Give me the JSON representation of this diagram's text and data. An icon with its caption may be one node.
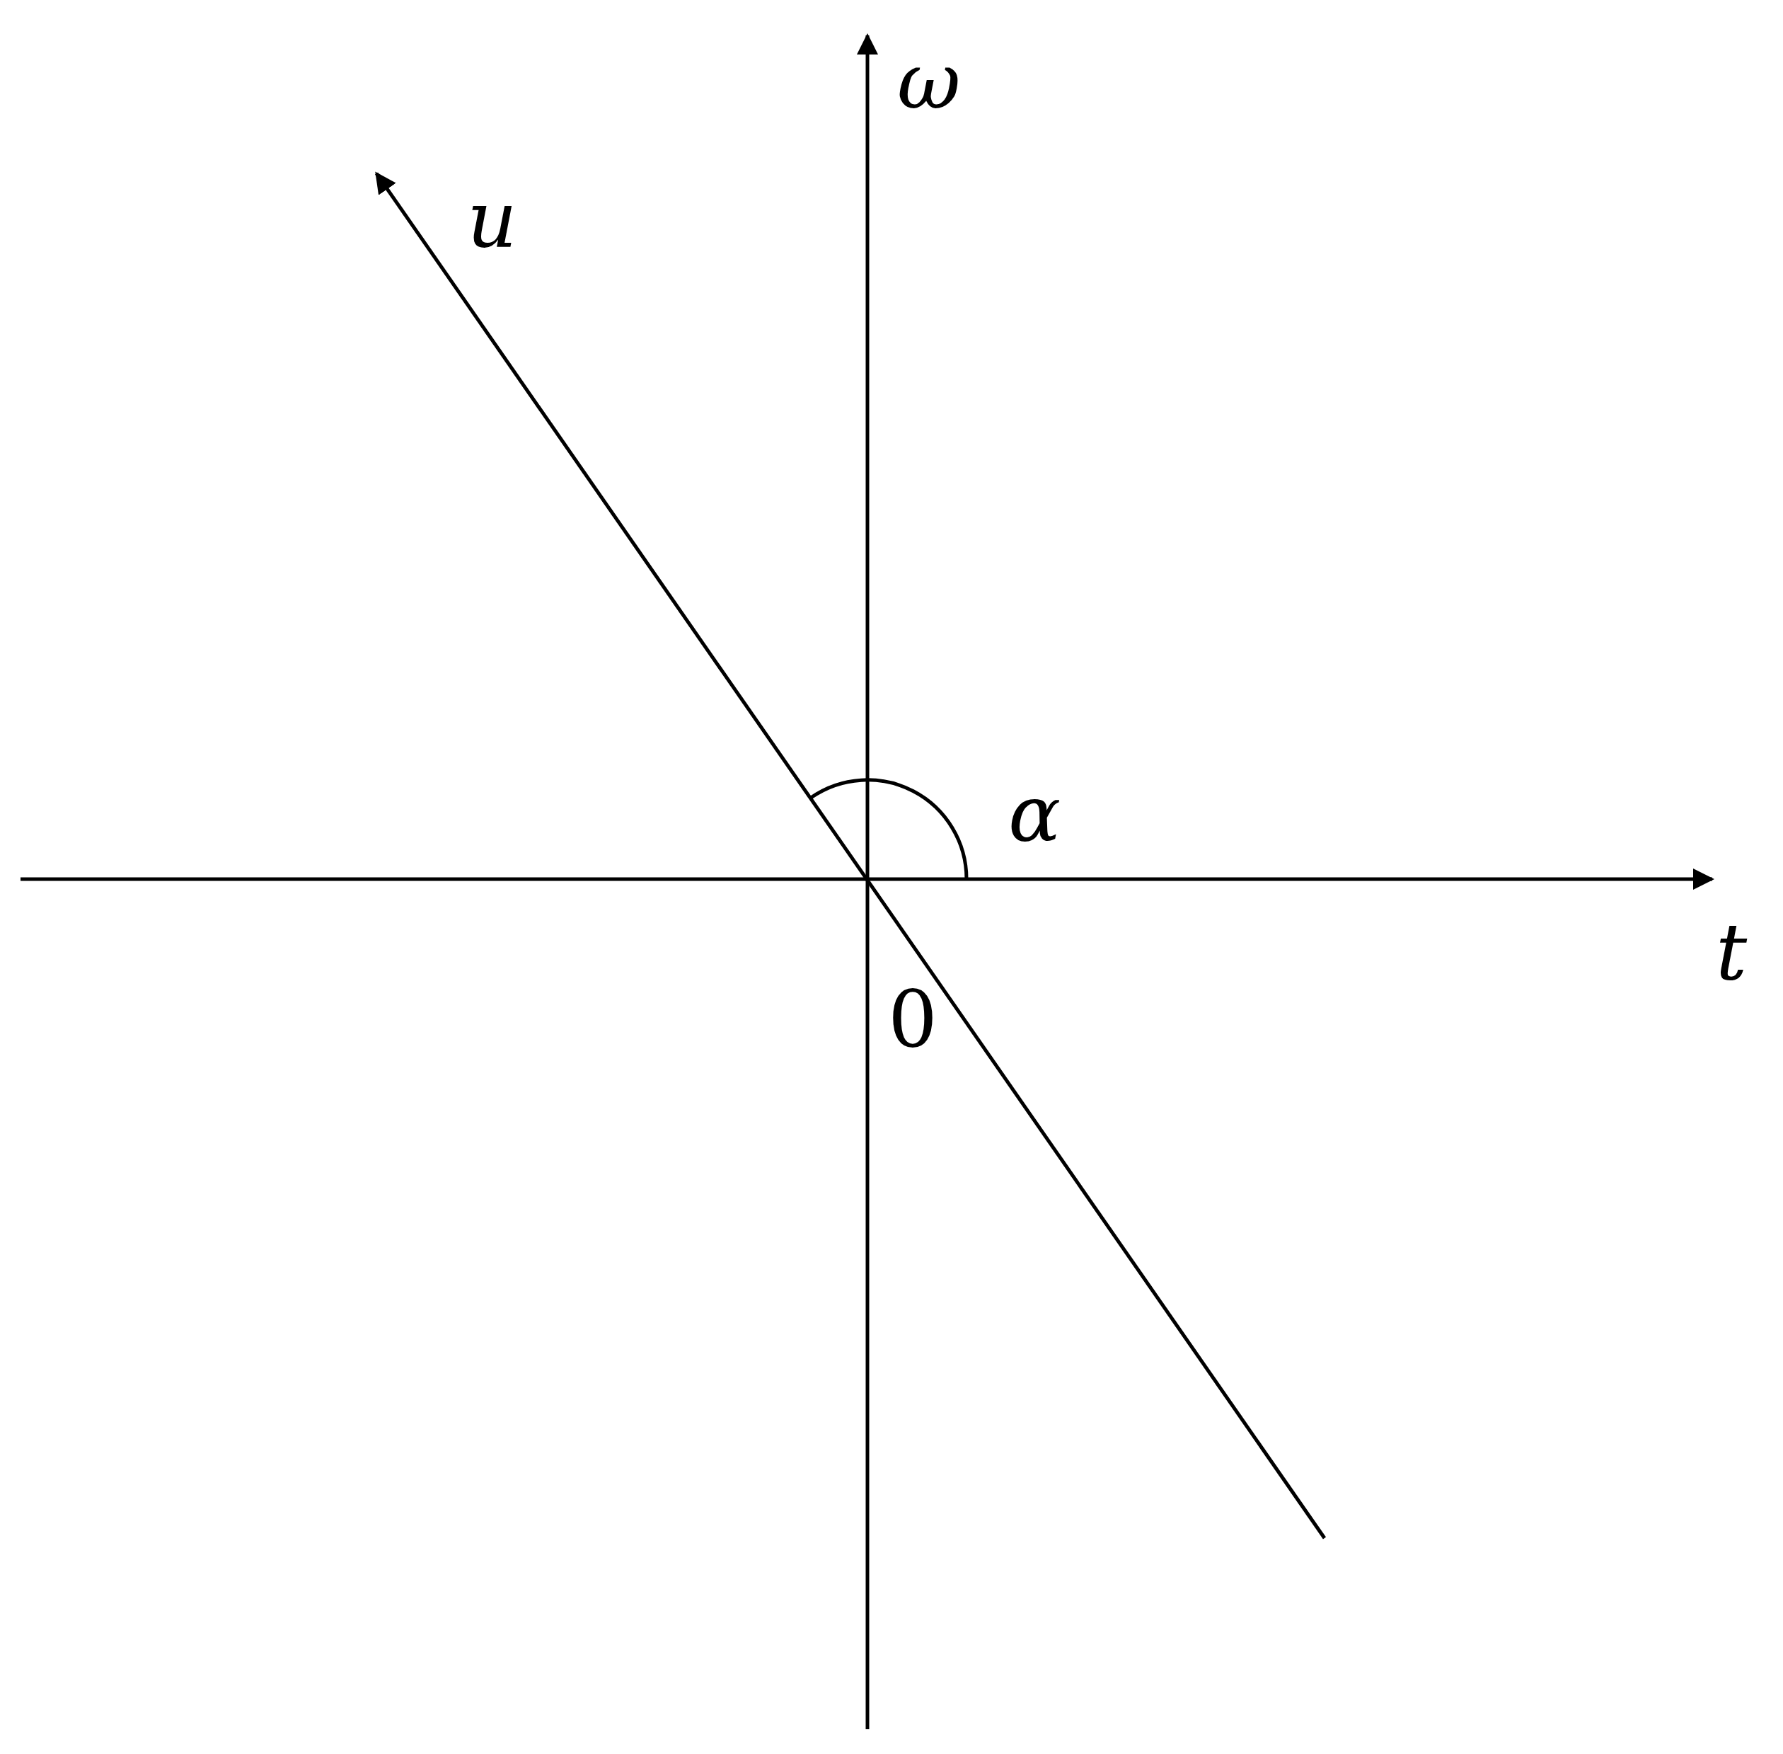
{
  "diagram": {
    "labels": [
      "ω",
      "u",
      "α",
      "t",
      "0"
    ]
  }
}
